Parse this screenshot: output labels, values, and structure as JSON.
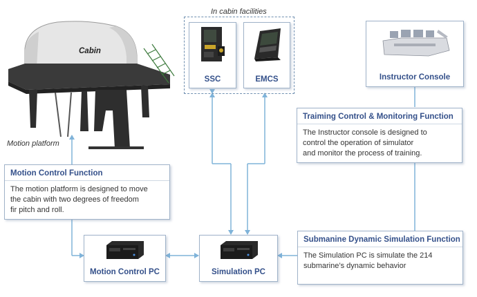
{
  "labels": {
    "cabin": "Cabin",
    "motion_platform": "Motion platform",
    "in_cabin_facilities": "In cabin facilities"
  },
  "facilities": {
    "ssc": "SSC",
    "emcs": "EMCS"
  },
  "instructor_console": {
    "label": "Instructor Console"
  },
  "functions": {
    "training": {
      "title": "Traiming Control & Monitoring Function",
      "lines": [
        "The Instructor console is designed to",
        "control the operation of simulator",
        "and monitor the process of training."
      ]
    },
    "motion": {
      "title": "Motion Control Function",
      "lines": [
        "The motion platform is designed to move",
        "the cabin with two degrees of freedom",
        "fir pitch and roll."
      ]
    },
    "submarine": {
      "title": "Submanine Dynamic Simulation Function",
      "lines": [
        "The Simulation PC is simulate the 214",
        "submarine’s dynamic behavior"
      ]
    }
  },
  "computers": {
    "motion_pc": "Motion Control PC",
    "simulation_pc": "Simulation PC"
  },
  "colors": {
    "accent": "#34508a",
    "connector": "#7fb3d9",
    "border": "#9fb2c8"
  }
}
